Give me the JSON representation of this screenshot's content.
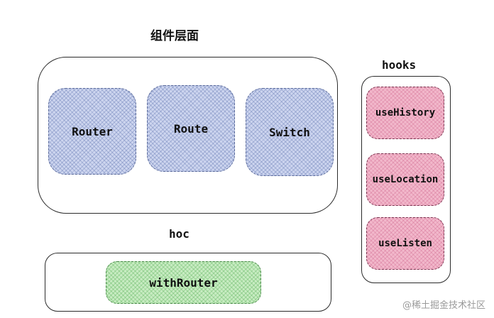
{
  "components_group": {
    "title": "组件层面",
    "items": [
      "Router",
      "Route",
      "Switch"
    ]
  },
  "hooks_group": {
    "title": "hooks",
    "items": [
      "useHistory",
      "useLocation",
      "useListen"
    ]
  },
  "hoc_group": {
    "title": "hoc",
    "items": [
      "withRouter"
    ]
  },
  "watermark": "@稀土掘金技术社区",
  "colors": {
    "component_fill": "#cdd5ef",
    "hook_fill": "#f2b8cb",
    "hoc_fill": "#c8ecc2",
    "container_border": "#2b2b2b"
  }
}
